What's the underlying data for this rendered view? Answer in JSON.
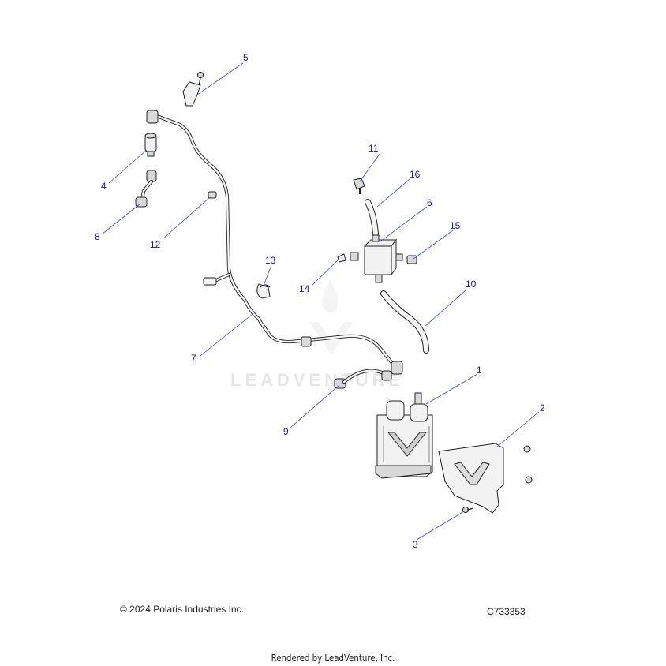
{
  "callouts": [
    {
      "number": "1"
    },
    {
      "number": "2"
    },
    {
      "number": "3"
    },
    {
      "number": "4"
    },
    {
      "number": "5"
    },
    {
      "number": "6"
    },
    {
      "number": "7"
    },
    {
      "number": "8"
    },
    {
      "number": "9"
    },
    {
      "number": "10"
    },
    {
      "number": "11"
    },
    {
      "number": "12"
    },
    {
      "number": "13"
    },
    {
      "number": "14"
    },
    {
      "number": "15"
    },
    {
      "number": "16"
    }
  ],
  "watermark": {
    "text": "LEADVENTURE"
  },
  "footer": {
    "copyright": "© 2024 Polaris Industries Inc.",
    "diagram_code": "C733353",
    "rendered_by": "Rendered by LeadVenture, Inc."
  },
  "colors": {
    "callout": "#1a1aa6",
    "leader": "#3b4bd8",
    "line_art": "#222222",
    "watermark": "#e6e6e6"
  }
}
